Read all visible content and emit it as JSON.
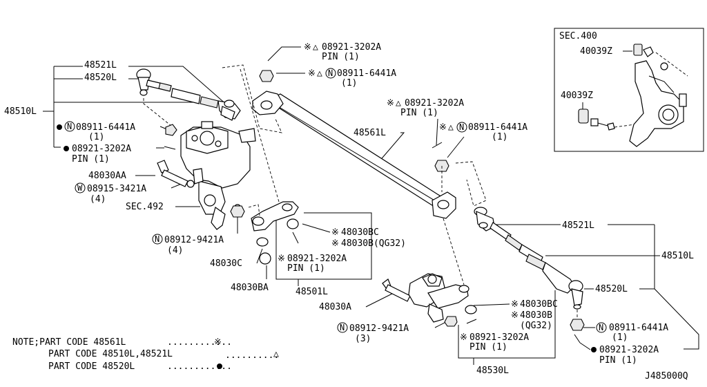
{
  "labels": {
    "l_48521L_top": "48521L",
    "l_48520L_top": "48520L",
    "l_48510L_left": "48510L",
    "l_08911_6441A_left": "08911-6441A",
    "l_qty1_a": "(1)",
    "l_08921_3202A_left": "08921-3202A",
    "l_pin1_a": "PIN (1)",
    "l_48030AA": "48030AA",
    "l_08915_3421A": "08915-3421A",
    "l_qty4_a": "(4)",
    "l_sec492": "SEC.492",
    "l_08912_9421A_left": "08912-9421A",
    "l_qty4_b": "(4)",
    "l_48030C": "48030C",
    "l_48030BA": "48030BA",
    "l_08921_3202A_top": "08921-3202A",
    "l_pin1_top": "PIN (1)",
    "l_08911_6441A_top": "08911-6441A",
    "l_qty1_top": "(1)",
    "l_08921_3202A_mid": "08921-3202A",
    "l_pin1_mid": "PIN (1)",
    "l_48561L": "48561L",
    "l_08911_6441A_mid": "08911-6441A",
    "l_qty1_mid": "(1)",
    "l_48030BC_a": "48030BC",
    "l_48030B_qg32_a": "48030B(QG32)",
    "l_08921_3202A_c": "08921-3202A",
    "l_pin1_c": "PIN (1)",
    "l_48501L": "48501L",
    "l_48521L_right": "48521L",
    "l_48510L_right": "48510L",
    "l_48520L_right": "48520L",
    "l_48030A": "48030A",
    "l_48030BC_b": "48030BC",
    "l_48030B_b": "48030B",
    "l_qg32_b": "(QG32)",
    "l_08912_9421A_b": "08912-9421A",
    "l_qty3": "(3)",
    "l_08921_3202A_d": "08921-3202A",
    "l_pin1_d": "PIN (1)",
    "l_48530L": "48530L",
    "l_08911_6441A_right": "08911-6441A",
    "l_qty1_right": "(1)",
    "l_08921_3202A_right": "08921-3202A",
    "l_pin1_right": "PIN (1)",
    "l_sec400": "SEC.400",
    "l_40039Z_top": "40039Z",
    "l_40039Z_mid": "40039Z",
    "note_title": "NOTE;PART CODE 48561L",
    "note_line2": "PART CODE 48510L,48521L",
    "note_line3": "PART CODE 48520L",
    "diagram_code": "J485000Q"
  },
  "symbols": {
    "asterisk": "※",
    "triangle": "△",
    "circle_n": "N",
    "circle_w": "W",
    "leader_dots_1": "............",
    "leader_dots_2": "..........",
    "leader_dots_3": "............"
  }
}
